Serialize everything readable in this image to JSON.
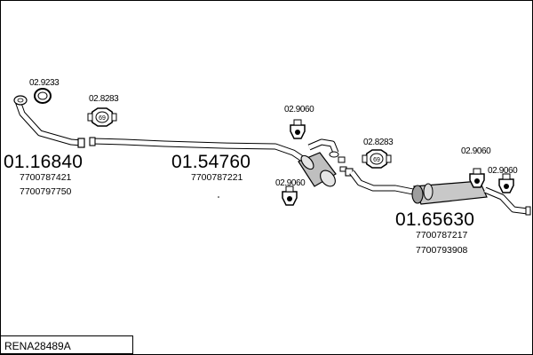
{
  "diagram": {
    "title": "RENA28489A",
    "parts": [
      {
        "id": "front",
        "number": "01.16840",
        "oem": [
          "7700787421",
          "7700797750"
        ]
      },
      {
        "id": "middle",
        "number": "01.54760",
        "oem": [
          "7700787221"
        ]
      },
      {
        "id": "rear",
        "number": "01.65630",
        "oem": [
          "7700787217",
          "7700793908"
        ]
      }
    ],
    "accessories": {
      "gasket": "02.9233",
      "clamp_a": "02.8283",
      "clamp_b": "02.8283",
      "hanger_a": "02.9060",
      "hanger_b": "02.9060",
      "hanger_c": "02.9060",
      "hanger_d": "02.9060"
    },
    "clamp_size": "69"
  }
}
